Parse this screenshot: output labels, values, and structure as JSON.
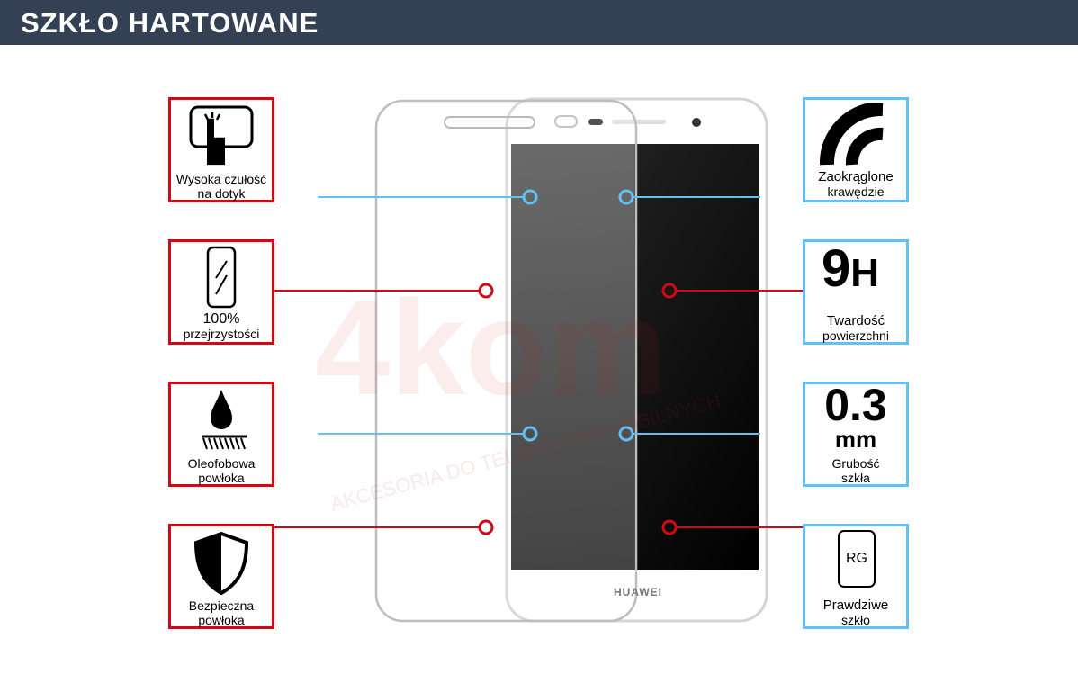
{
  "header": {
    "title": "SZKŁO HARTOWANE"
  },
  "phone": {
    "brand": "HUAWEI"
  },
  "watermark": {
    "logo": "4kom",
    "tagline": "AKCESORIA DO TELEFONÓW MOBILNYCH"
  },
  "features_left": [
    {
      "icon": "touch-icon",
      "line1": "Wysoka czułość",
      "line2": "na dotyk"
    },
    {
      "icon": "transparency-icon",
      "line1": "100%",
      "line2": "przejrzystości"
    },
    {
      "icon": "oleophobic-drop-icon",
      "line1": "Oleofobowa",
      "line2": "powłoka"
    },
    {
      "icon": "shield-icon",
      "line1": "Bezpieczna",
      "line2": "powłoka"
    }
  ],
  "features_right": [
    {
      "icon": "rounded-edge-icon",
      "line1": "Zaokrąglone",
      "line2": "krawędzie"
    },
    {
      "icon": "hardness-icon",
      "value": "9",
      "unit": "H",
      "line1": "Twardość",
      "line2": "powierzchni"
    },
    {
      "icon": "thickness-icon",
      "value": "0.3",
      "unit": "mm",
      "line1": "Grubość",
      "line2": "szkła"
    },
    {
      "icon": "real-glass-icon",
      "badge": "RG",
      "line1": "Prawdziwe",
      "line2": "szkło"
    }
  ],
  "colors": {
    "header": "#344053",
    "red": "#cf0a16",
    "blue": "#62c0f2"
  }
}
